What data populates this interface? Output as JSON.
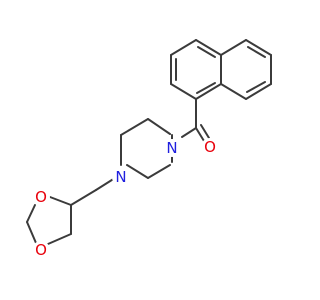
{
  "molecule": {
    "atoms": {
      "O1": "O",
      "N1": "N",
      "N2": "N",
      "O2": "O",
      "O3": "O"
    },
    "colors": {
      "bond": "#3b3b3b",
      "oxygen": "#e8000b",
      "nitrogen": "#1f1fdf"
    }
  }
}
